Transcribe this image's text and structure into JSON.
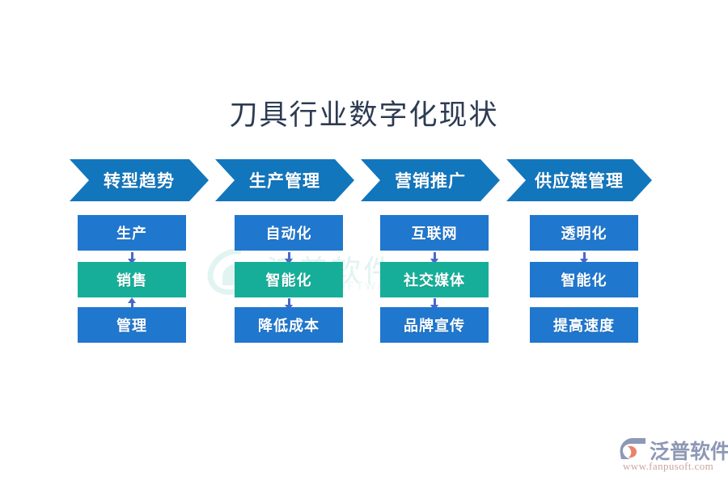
{
  "page": {
    "title": "刀具行业数字化现状",
    "background_color": "#ffffff"
  },
  "colors": {
    "chevron_blue": "#1276bd",
    "node_blue": "#2077ce",
    "node_teal": "#17ae99",
    "arrow": "#4a68c8",
    "title_text": "#2d3b52"
  },
  "columns": [
    {
      "header": "转型趋势",
      "nodes": [
        {
          "label": "生产",
          "style": "blue"
        },
        {
          "label": "销售",
          "style": "teal"
        },
        {
          "label": "管理",
          "style": "blue"
        }
      ],
      "connectors": [
        "down",
        "up"
      ]
    },
    {
      "header": "生产管理",
      "nodes": [
        {
          "label": "自动化",
          "style": "blue"
        },
        {
          "label": "智能化",
          "style": "teal"
        },
        {
          "label": "降低成本",
          "style": "blue"
        }
      ],
      "connectors": [
        "down",
        "down"
      ]
    },
    {
      "header": "营销推广",
      "nodes": [
        {
          "label": "互联网",
          "style": "blue"
        },
        {
          "label": "社交媒体",
          "style": "teal"
        },
        {
          "label": "品牌宣传",
          "style": "blue"
        }
      ],
      "connectors": [
        "down",
        "down"
      ]
    },
    {
      "header": "供应链管理",
      "nodes": [
        {
          "label": "透明化",
          "style": "blue"
        },
        {
          "label": "智能化",
          "style": "blue"
        },
        {
          "label": "提高速度",
          "style": "blue"
        }
      ],
      "connectors": [
        "down",
        "none"
      ]
    }
  ],
  "watermark": {
    "text": "泛普软件",
    "subtext": "SOFTWARE"
  },
  "logo": {
    "text": "泛普软件",
    "url": "www.fanpusoft.com"
  }
}
